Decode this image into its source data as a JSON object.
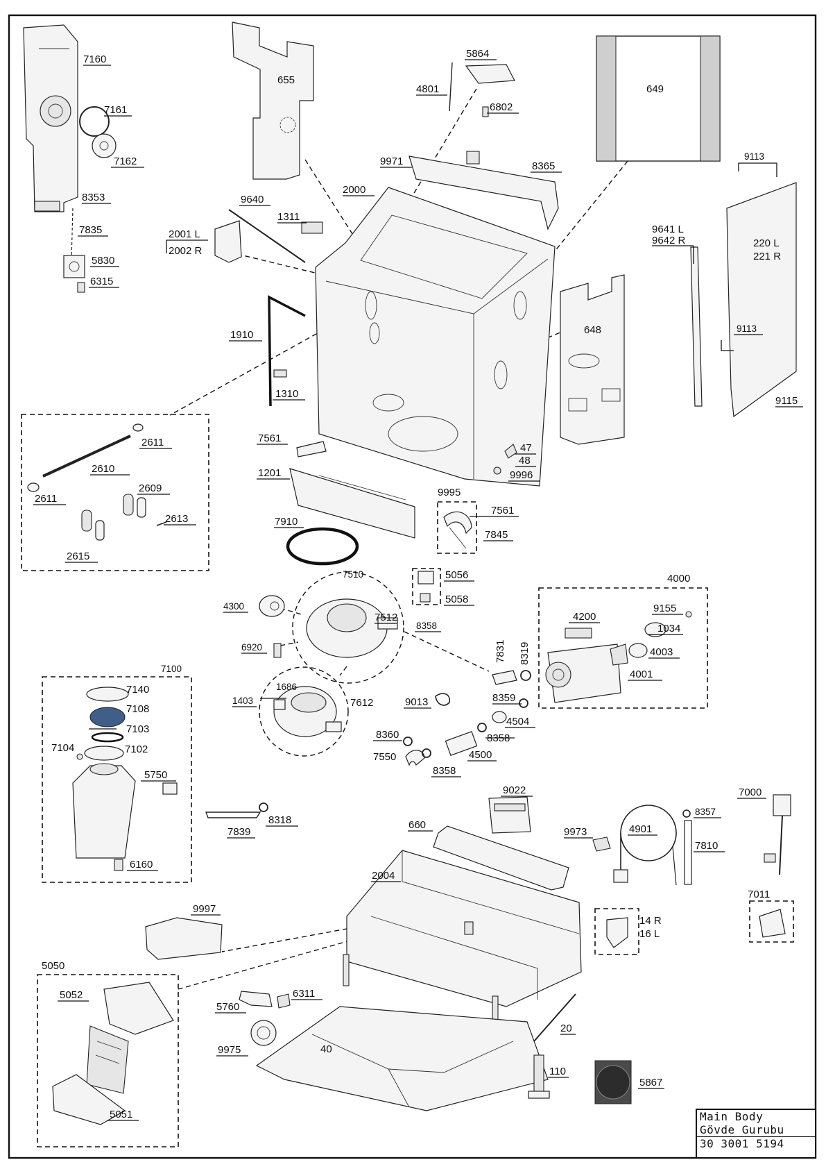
{
  "title_block": {
    "line1": "Main Body",
    "line2": "Gövde Gurubu",
    "code": "30 3001 5194"
  },
  "labels": {
    "p7160": "7160",
    "p7161": "7161",
    "p7162": "7162",
    "p8353": "8353",
    "p7835": "7835",
    "p5830": "5830",
    "p6315": "6315",
    "p655": "655",
    "p4801": "4801",
    "p5864": "5864",
    "p6802": "6802",
    "p649": "649",
    "p9971": "9971",
    "p8365": "8365",
    "p9113a": "9113",
    "p9640": "9640",
    "p2000": "2000",
    "p1311": "1311",
    "p2001": "2001 L",
    "p2002": "2002 R",
    "p9641": "9641 L",
    "p9642": "9642 R",
    "p220": "220 L",
    "p221": "221 R",
    "p1910": "1910",
    "p648": "648",
    "p9113b": "9113",
    "p1310": "1310",
    "p9115": "9115",
    "p2611a": "2611",
    "p2610": "2610",
    "p2611b": "2611",
    "p2609": "2609",
    "p2613": "2613",
    "p2615": "2615",
    "p7561a": "7561",
    "p47": "47",
    "p48": "48",
    "p9996": "9996",
    "p1201": "1201",
    "p9995": "9995",
    "p7561b": "7561",
    "p7845": "7845",
    "p7910": "7910",
    "p7510": "7510",
    "p5056": "5056",
    "p5058": "5058",
    "p4000": "4000",
    "p4300": "4300",
    "p7512": "7512",
    "p8358a": "8358",
    "p9155": "9155",
    "p4200": "4200",
    "p1034": "1034",
    "p6920": "6920",
    "p7831": "7831",
    "p8319": "8319",
    "p4003": "4003",
    "p4001": "4001",
    "p7100": "7100",
    "p7140": "7140",
    "p7108": "7108",
    "p1686": "1686",
    "p1403": "1403",
    "p7612": "7612",
    "p9013": "9013",
    "p8359": "8359",
    "p7103": "7103",
    "p4504": "4504",
    "p7104": "7104",
    "p7102": "7102",
    "p8360": "8360",
    "p8358b": "8358",
    "p7550": "7550",
    "p4500": "4500",
    "p5750": "5750",
    "p8358c": "8358",
    "p9022": "9022",
    "p7000": "7000",
    "p8357": "8357",
    "p660": "660",
    "p4901": "4901",
    "p7839": "7839",
    "p8318": "8318",
    "p9973": "9973",
    "p7810": "7810",
    "p6160": "6160",
    "p2004": "2004",
    "p7011": "7011",
    "p9997": "9997",
    "p14r": "14 R",
    "p16l": "16 L",
    "p5050": "5050",
    "p5052": "5052",
    "p6311": "6311",
    "p5760": "5760",
    "p20": "20",
    "p9975": "9975",
    "p40": "40",
    "p110": "110",
    "p5867": "5867",
    "p5051": "5051"
  }
}
